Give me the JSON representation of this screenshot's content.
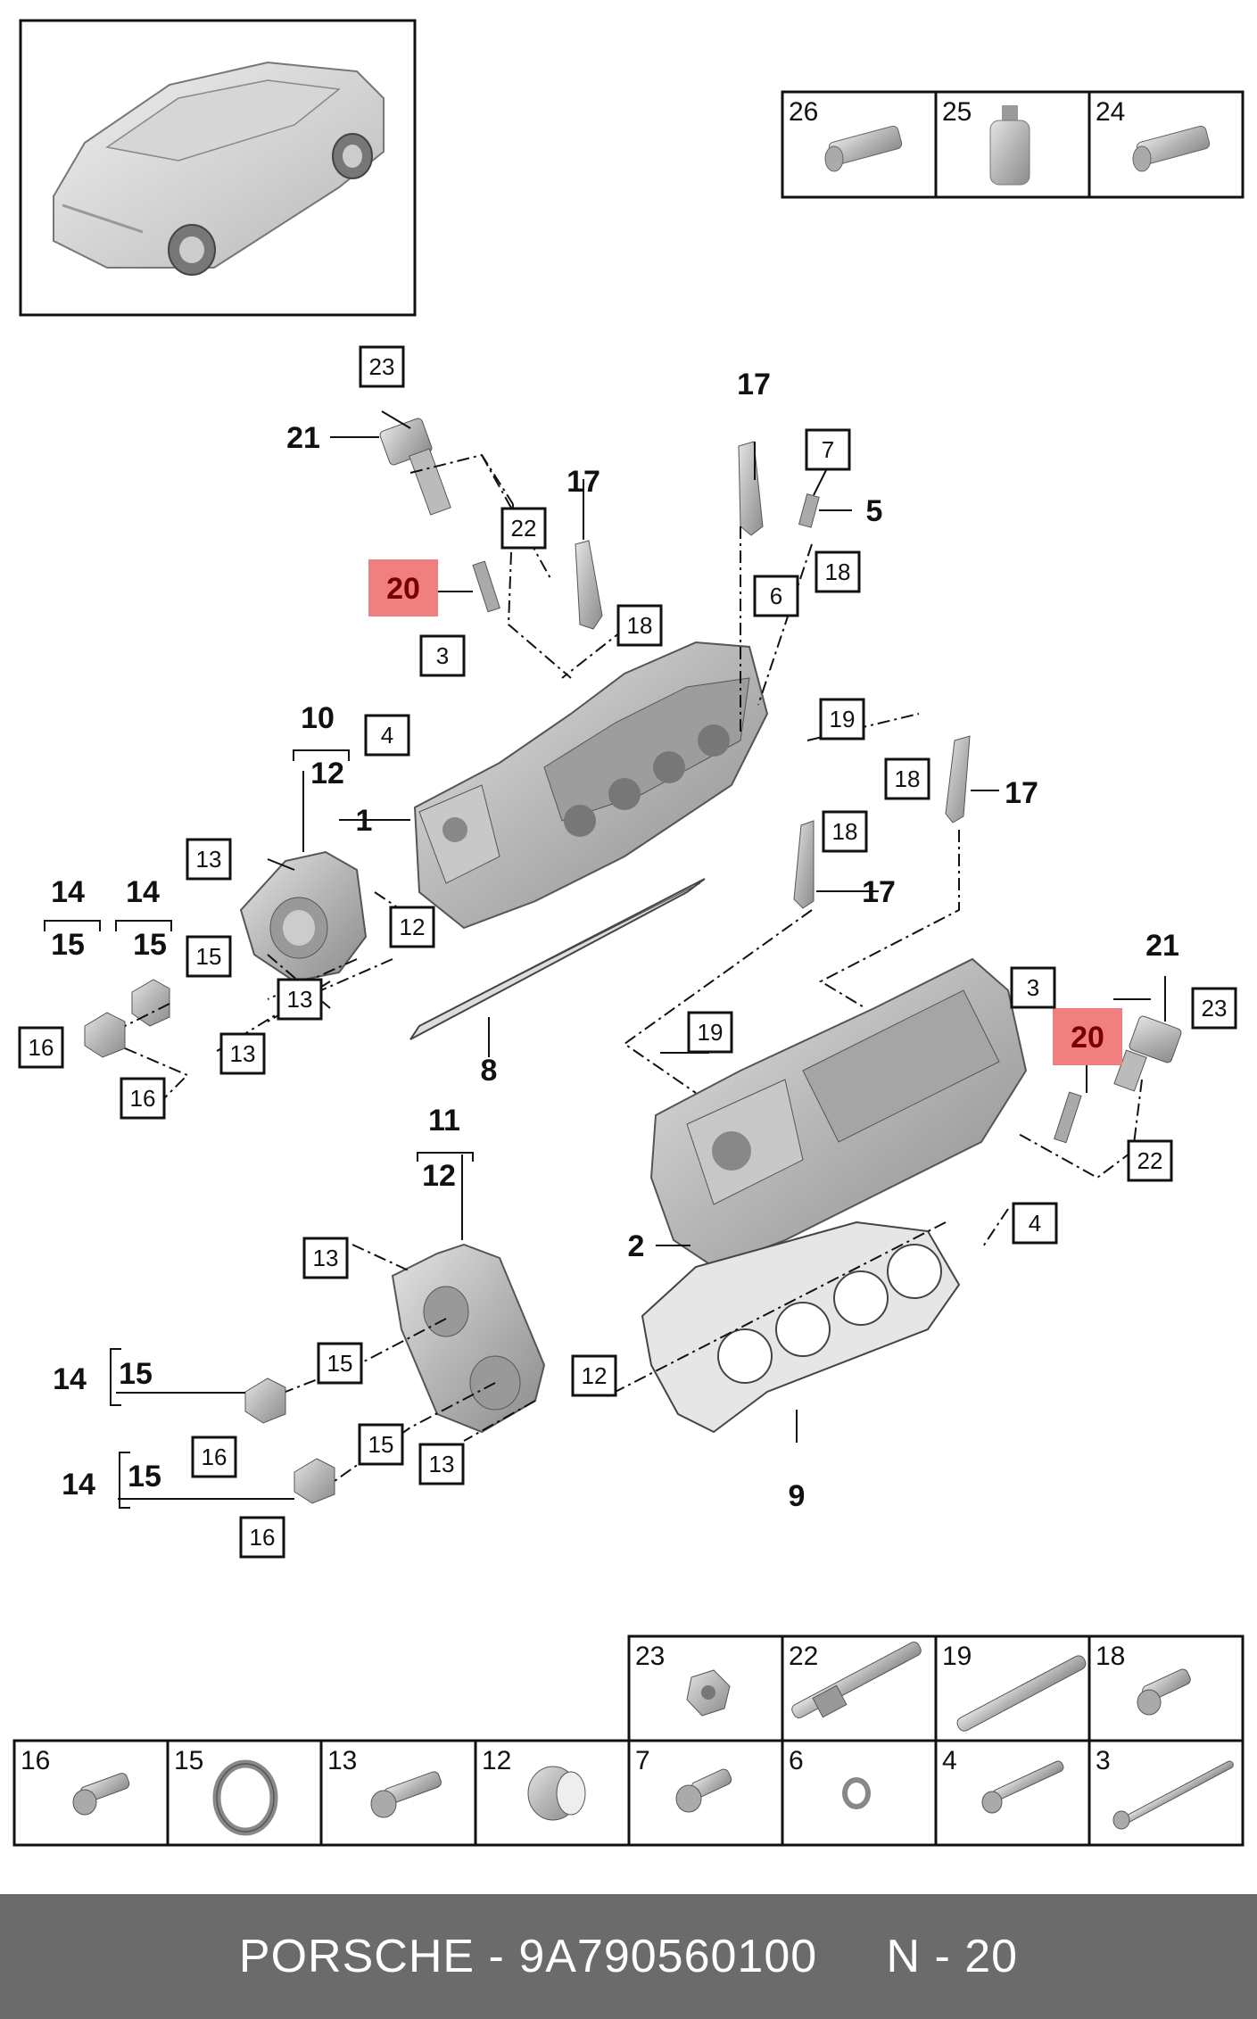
{
  "legend_top": [
    "26",
    "25",
    "24"
  ],
  "labels": {
    "l21a": "21",
    "l23a": "23",
    "l22a": "22",
    "l20a": "20",
    "l3a": "3",
    "l4a": "4",
    "l1": "1",
    "l10": "10",
    "l12a": "12",
    "l13a": "13",
    "l12b": "12",
    "l13b": "13",
    "l13c": "13",
    "l14a": "14",
    "l15a": "15",
    "l14b": "14",
    "l15b": "15",
    "l15c": "15",
    "l16a": "16",
    "l16b": "16",
    "l8": "8",
    "l17a": "17",
    "l18a": "18",
    "l17b": "17",
    "l7": "7",
    "l5": "5",
    "l18b": "18",
    "l6": "6",
    "l19a": "19",
    "l18c": "18",
    "l17c": "17",
    "l18d": "18",
    "l17d": "17",
    "l3b": "3",
    "l19b": "19",
    "l20b": "20",
    "l21b": "21",
    "l23b": "23",
    "l22b": "22",
    "l4b": "4",
    "l2": "2",
    "l11": "11",
    "l12c": "12",
    "l13d": "13",
    "l15d": "15",
    "l14c": "14",
    "l15e": "15",
    "l16c": "16",
    "l15f": "15",
    "l14d": "14",
    "l15g": "15",
    "l16d": "16",
    "l13e": "13",
    "l12d": "12",
    "l9": "9"
  },
  "legend_bottom_row1": [
    "23",
    "22",
    "19",
    "18"
  ],
  "legend_bottom_row2": [
    "16",
    "15",
    "13",
    "12",
    "7",
    "6",
    "4",
    "3"
  ],
  "highlight_color": "#f08080",
  "footer": {
    "brand": "PORSCHE",
    "separator": "-",
    "part_number": "9A790560100",
    "page": "N - 20"
  }
}
